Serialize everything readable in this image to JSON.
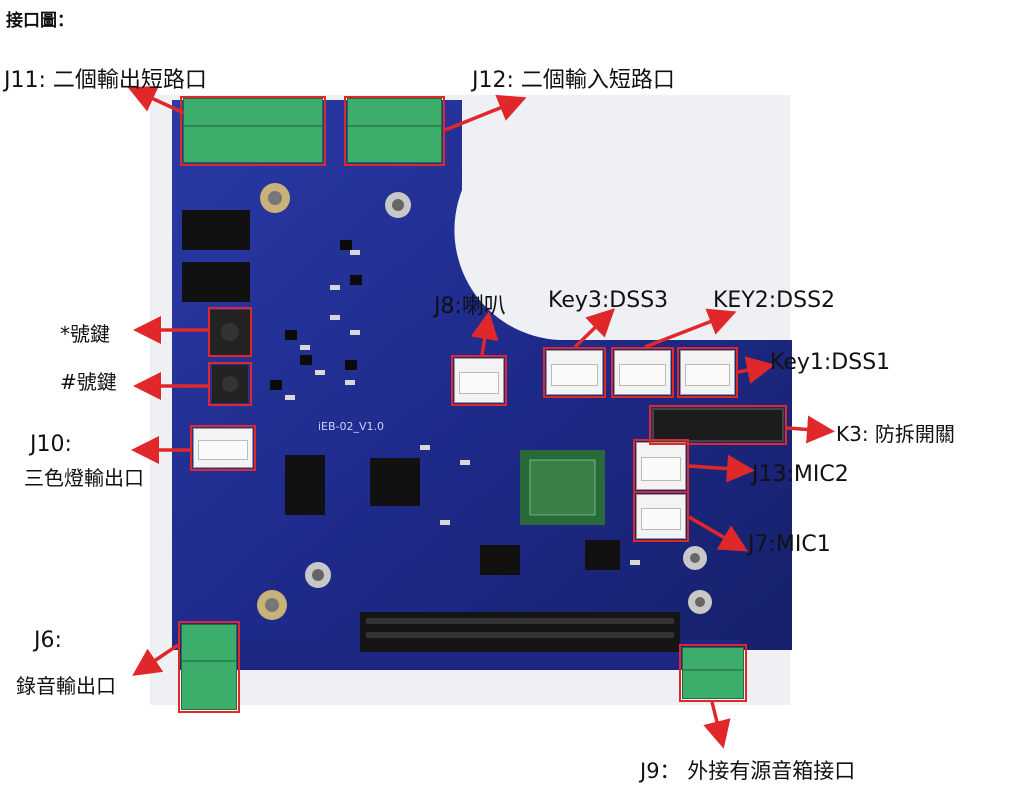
{
  "title": "接口圖：",
  "board": {
    "silk_name": "iEB-02_V1.0"
  },
  "labels": {
    "j11": "J11: 二個輸出短路口",
    "j12": "J12: 二個輸入短路口",
    "star_key": "*號鍵",
    "hash_key": "#號鍵",
    "j10_line1": "J10:",
    "j10_line2": "三色燈輸出口",
    "j8": "J8:喇叭",
    "key3": "Key3:DSS3",
    "key2": "KEY2:DSS2",
    "key1": "Key1:DSS1",
    "k3": "K3: 防拆開關",
    "j13": "J13:MIC2",
    "j7": "J7:MIC1",
    "j6_line1": "J6:",
    "j6_line2": "錄音輸出口",
    "j9": "J9：  外接有源音箱接口"
  },
  "colors": {
    "annotation": "#e0282a",
    "board": "#1f2b8c",
    "terminal": "#3cad6a"
  }
}
